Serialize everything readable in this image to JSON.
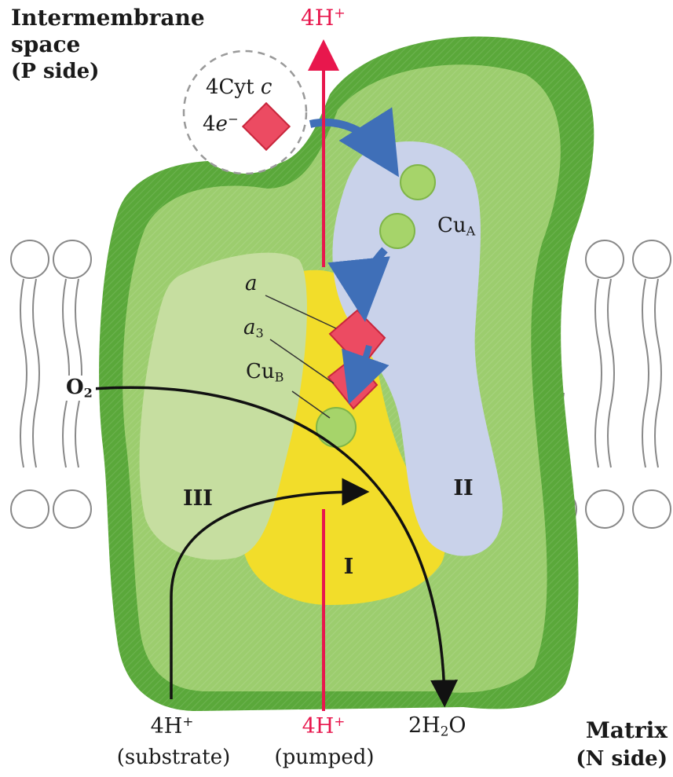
{
  "regions": {
    "intermembrane": {
      "line1": "Intermembrane",
      "line2": "space",
      "open": "(",
      "side_letter": "P",
      "side_word": "side)"
    },
    "matrix": {
      "line1": "Matrix",
      "open": "(",
      "side_letter": "N",
      "side_word": "side)"
    }
  },
  "cytc": {
    "prefix": "4Cyt",
    "letter": "c",
    "electrons_count": "4",
    "electron_symbol": "e",
    "electron_charge": "−"
  },
  "proton_top": {
    "base": "4H",
    "charge": "+"
  },
  "bottom": {
    "substrate": {
      "base": "4H",
      "charge": "+",
      "caption": "(substrate)"
    },
    "pumped": {
      "base": "4H",
      "charge": "+",
      "caption": "(pumped)"
    },
    "water": {
      "pre": "2H",
      "sub": "2",
      "post": "O"
    }
  },
  "oxygen": {
    "base": "O",
    "sub": "2"
  },
  "centers": {
    "a": "a",
    "a3": {
      "base": "a",
      "sub": "3"
    },
    "cuA": {
      "base": "Cu",
      "sub": "A"
    },
    "cuB": {
      "base": "Cu",
      "sub": "B"
    }
  },
  "subunits": {
    "I": "I",
    "II": "II",
    "III": "III"
  },
  "colors": {
    "protein_green": "#5aa83a",
    "protein_light_green": "#9ccd6e",
    "subunit_III": "#c6dea0",
    "subunit_I": "#f2dd2a",
    "subunit_II": "#c9d2ea",
    "heme_red": "#ec4b62",
    "proton_red": "#e8174d",
    "electron_arrow": "#3f6fb8"
  }
}
